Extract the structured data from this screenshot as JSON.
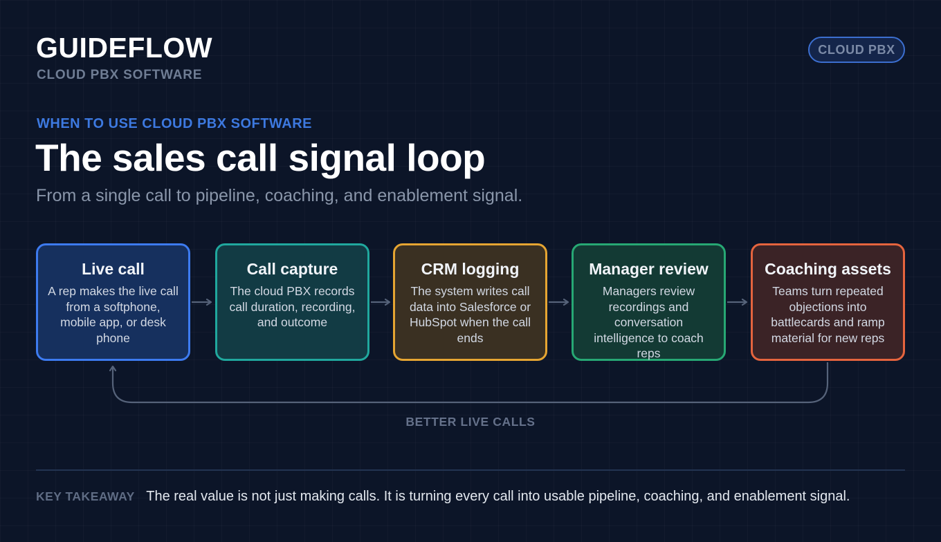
{
  "brand": {
    "name": "GUIDEFLOW",
    "subtitle": "CLOUD PBX SOFTWARE"
  },
  "badge": "CLOUD PBX",
  "eyebrow": "WHEN TO USE CLOUD PBX SOFTWARE",
  "title": "The sales call signal loop",
  "subtitle": "From a single call to pipeline, coaching, and enablement signal.",
  "steps": [
    {
      "title": "Live call",
      "description": "A rep makes the live call from a softphone, mobile app, or desk phone",
      "color": "#3d7bf0"
    },
    {
      "title": "Call capture",
      "description": "The cloud PBX records call duration, recording, and outcome",
      "color": "#20a89e"
    },
    {
      "title": "CRM logging",
      "description": "The system writes call data into Salesforce or HubSpot when the call ends",
      "color": "#e6a532"
    },
    {
      "title": "Manager review",
      "description": "Managers review recordings and conversation intelligence to coach reps",
      "color": "#27a874"
    },
    {
      "title": "Coaching assets",
      "description": "Teams turn repeated objections into battlecards and ramp material for new reps",
      "color": "#e5643e"
    }
  ],
  "loop_label": "BETTER LIVE CALLS",
  "takeaway": {
    "label": "KEY TAKEAWAY",
    "text": "The real value is not just making calls. It is turning every call into usable pipeline, coaching, and enablement signal."
  }
}
